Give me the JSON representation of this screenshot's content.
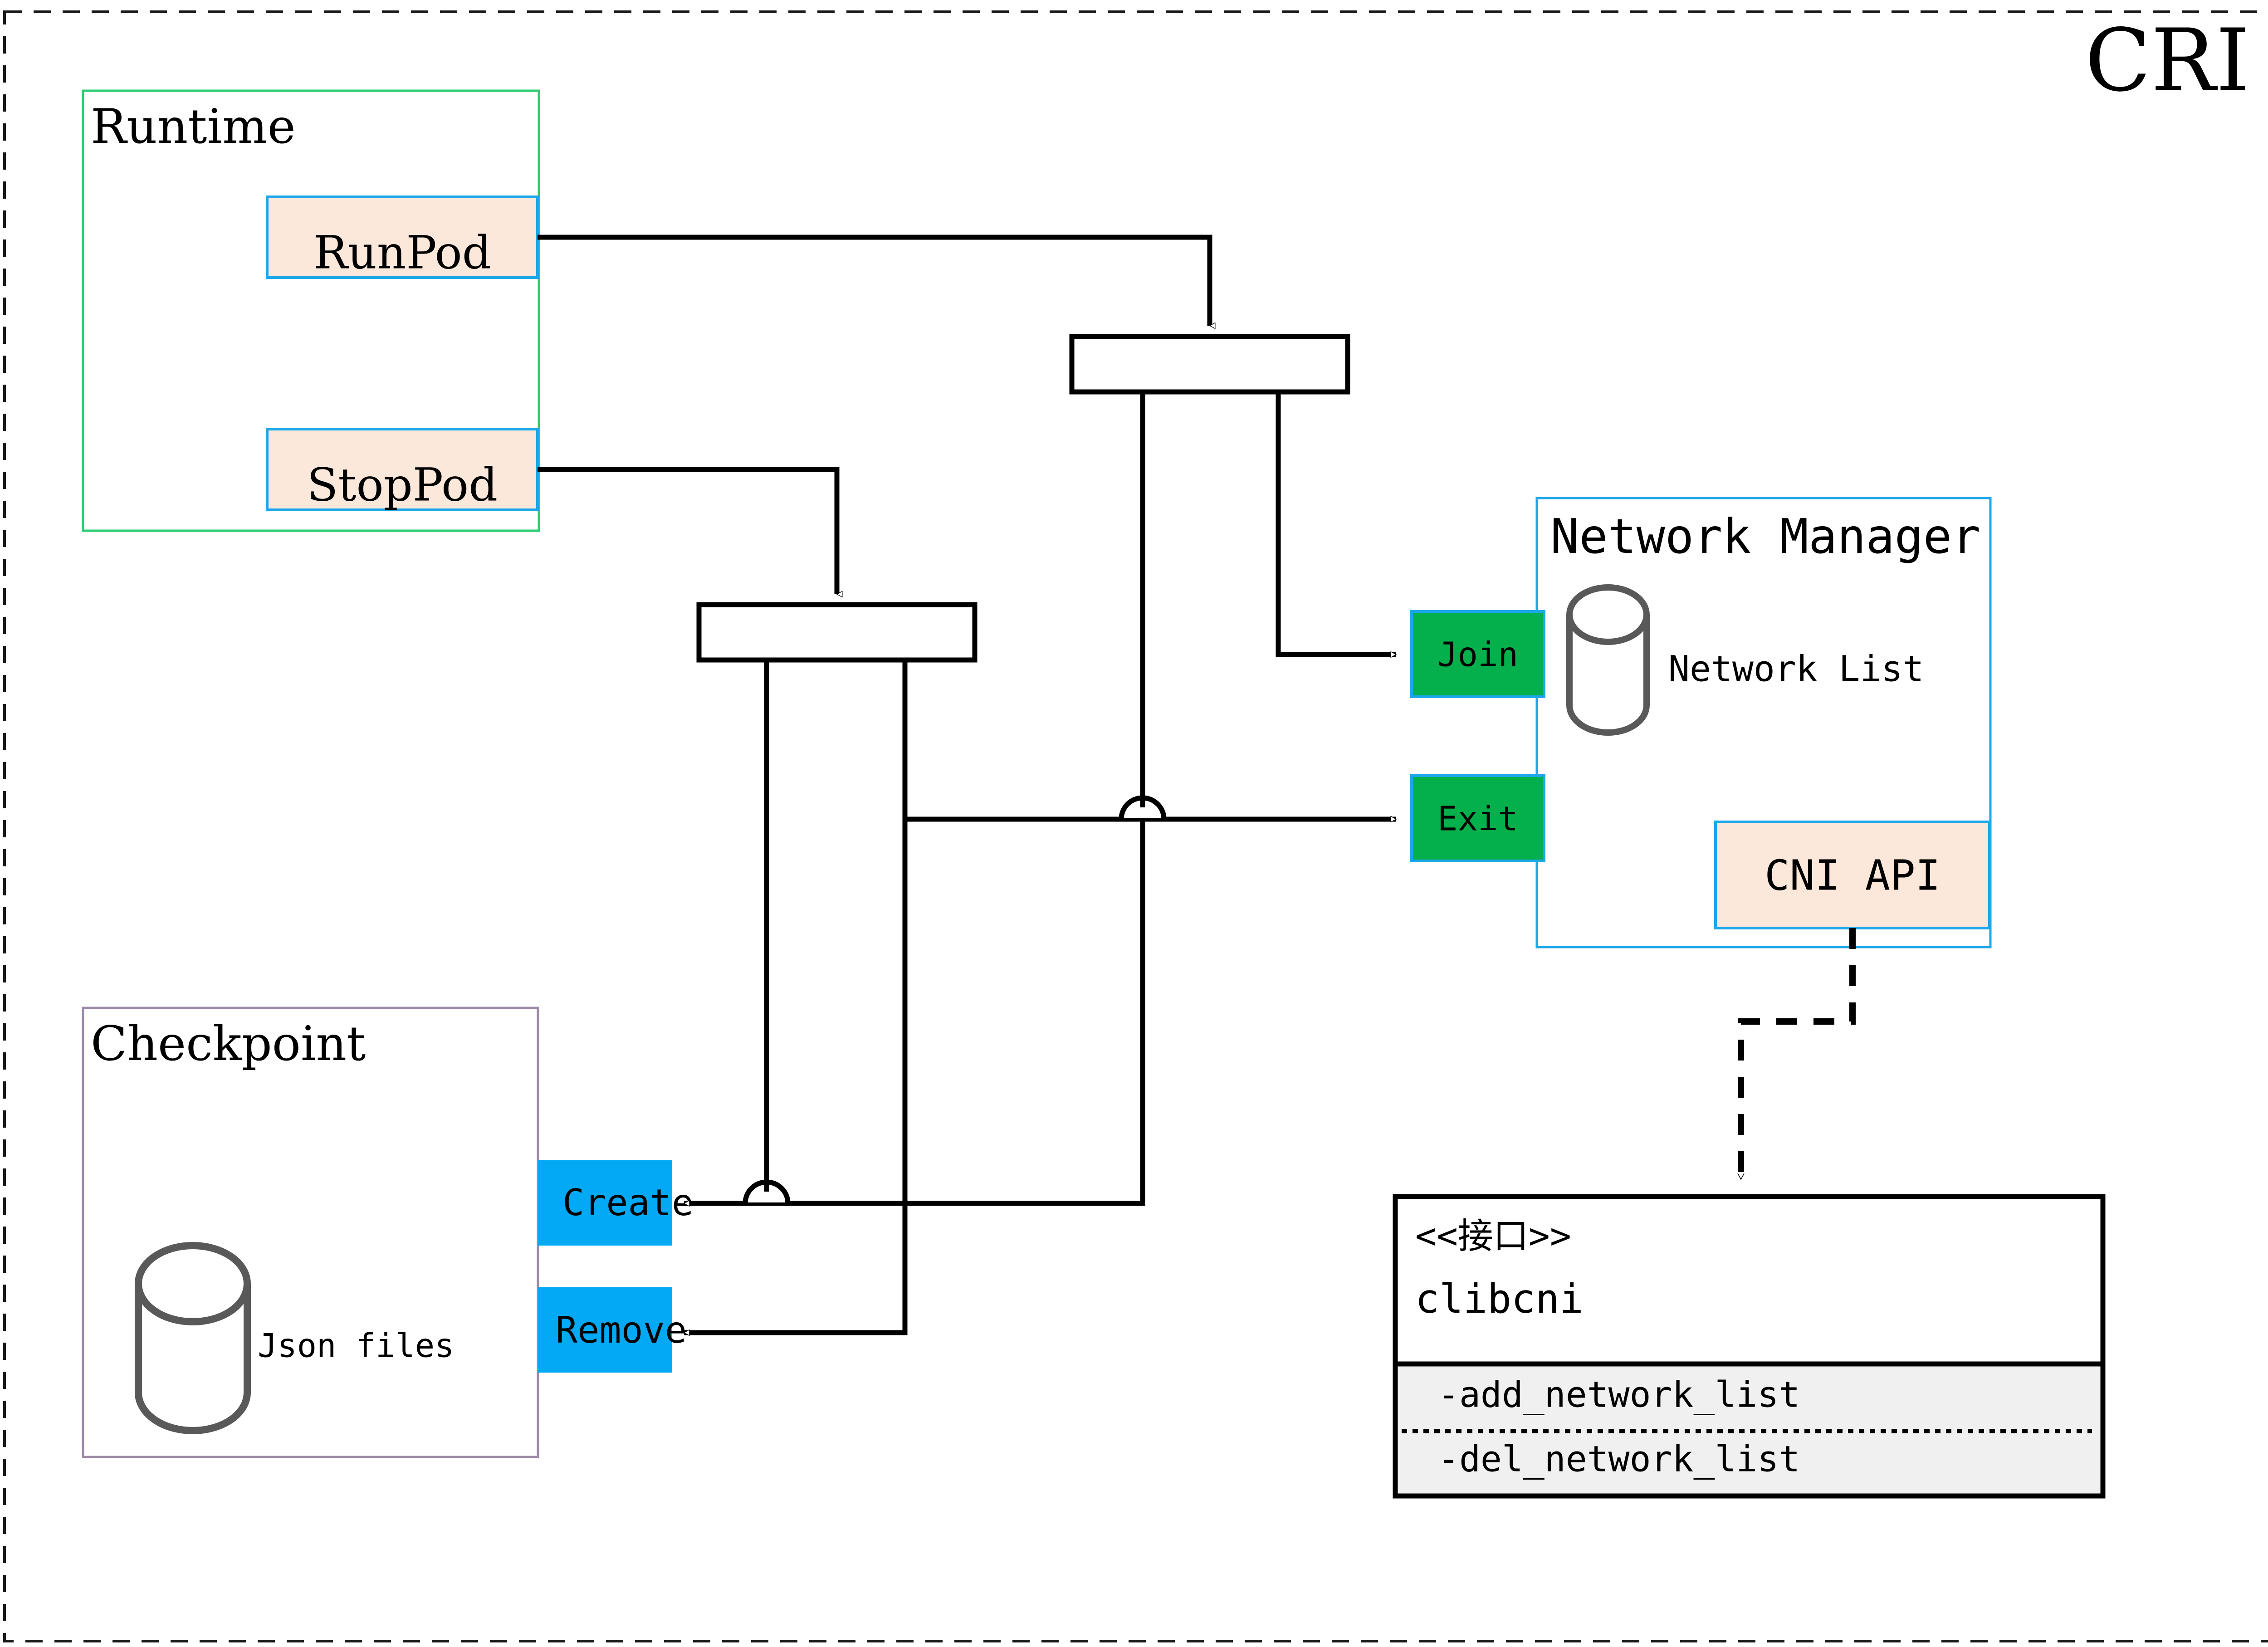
{
  "diagram": {
    "title": "CRI",
    "title_color": "#8a6a08",
    "outer_border_style": "dashed",
    "colors": {
      "peach_fill": "#fce8da",
      "blue_border": "#1ca7e8",
      "green_border": "#2ecc71",
      "purple_border": "#9d8aa8",
      "green_fill": "#03b04b",
      "cyan_fill": "#03a9f4",
      "cylinder_stroke": "#595959",
      "line": "#000000",
      "iface_method_bg": "#f0f0f0"
    },
    "groups": [
      {
        "id": "runtime",
        "label": "Runtime",
        "border_color": "#2ecc71",
        "items": [
          {
            "id": "runpod",
            "label": "RunPod"
          },
          {
            "id": "stoppod",
            "label": "StopPod"
          }
        ]
      },
      {
        "id": "checkpoint",
        "label": "Checkpoint",
        "border_color": "#9d8aa8",
        "store_label": "Json files",
        "items": [
          {
            "id": "create",
            "label": "Create"
          },
          {
            "id": "remove",
            "label": "Remove"
          }
        ]
      },
      {
        "id": "network-manager",
        "label": "Network Manager",
        "border_color": "#1ca7e8",
        "store_label": "Network List",
        "items": [
          {
            "id": "join",
            "label": "Join"
          },
          {
            "id": "exit",
            "label": "Exit"
          },
          {
            "id": "cni-api",
            "label": "CNI API"
          }
        ]
      }
    ],
    "interface": {
      "stereotype": "<<接口>>",
      "name": "clibcni",
      "methods": [
        "-add_network_list",
        "-del_network_list"
      ]
    },
    "junctions": [
      {
        "id": "junction-upper"
      },
      {
        "id": "junction-lower"
      }
    ]
  }
}
